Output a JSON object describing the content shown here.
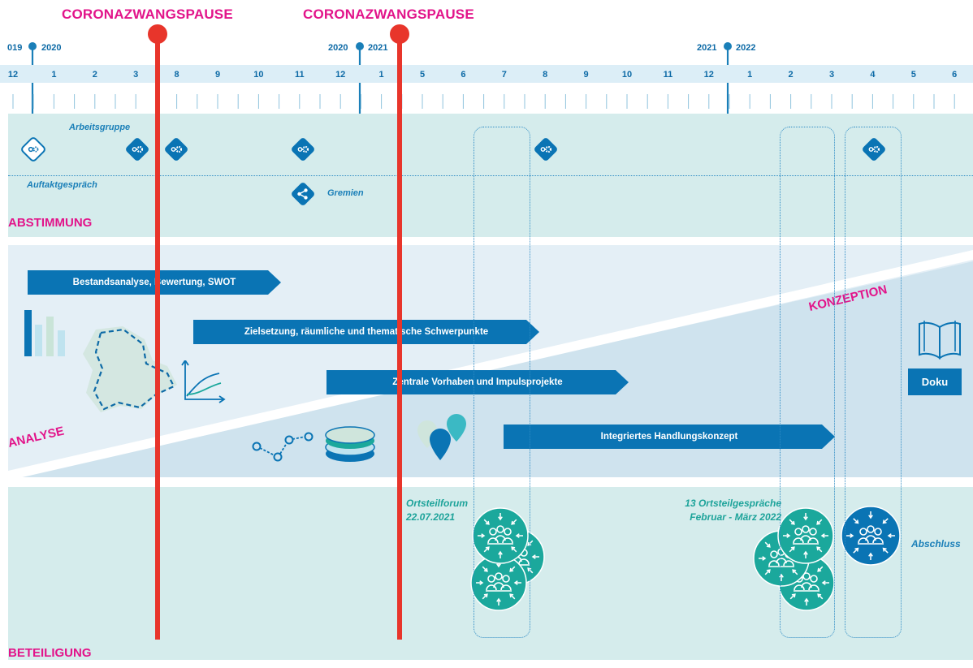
{
  "pause_labels": [
    "CORONAZWANGSPAUSE",
    "CORONAZWANGSPAUSE"
  ],
  "year_markers": [
    {
      "left": "019",
      "right": "2020"
    },
    {
      "left": "2020",
      "right": "2021"
    },
    {
      "left": "2021",
      "right": "2022"
    }
  ],
  "months": [
    "12",
    "1",
    "2",
    "3",
    "8",
    "9",
    "10",
    "11",
    "12",
    "1",
    "5",
    "6",
    "7",
    "8",
    "9",
    "10",
    "11",
    "12",
    "1",
    "2",
    "3",
    "4",
    "5",
    "6"
  ],
  "abstimmung": {
    "section_label": "ABSTIMMUNG",
    "arbeitsgruppe": "Arbeitsgruppe",
    "auftaktgespraech": "Auftaktgespräch",
    "gremien": "Gremien"
  },
  "analyse": {
    "section_label_left": "ANALYSE",
    "section_label_right": "KONZEPTION",
    "bars": [
      "Bestandsanalyse, Bewertung, SWOT",
      "Zielsetzung, räumliche und thematische Schwerpunkte",
      "Zentrale Vorhaben und Impulsprojekte",
      "Integriertes Handlungskonzept"
    ],
    "doku": "Doku"
  },
  "beteiligung": {
    "section_label": "BETEILIGUNG",
    "ortsteilforum_title": "Ortsteilforum",
    "ortsteilforum_date": "22.07.2021",
    "gespraeche_title": "13 Ortsteilgespräche",
    "gespraeche_date": "Februar - März 2022",
    "abschluss": "Abschluss"
  },
  "colors": {
    "pause_red": "#e8352b",
    "magenta": "#e2148a",
    "blue": "#0a74b4",
    "teal": "#1ba89c",
    "band_light": "#d8eeee",
    "analysis_bg": "#e3eef5"
  },
  "icons": [
    "gear-diamond-icon",
    "share-diamond-icon",
    "bar-chart-icon",
    "map-outline-icon",
    "line-graph-icon",
    "path-nodes-icon",
    "coin-stack-icon",
    "map-pins-icon",
    "open-book-icon",
    "group-arrows-icon"
  ]
}
